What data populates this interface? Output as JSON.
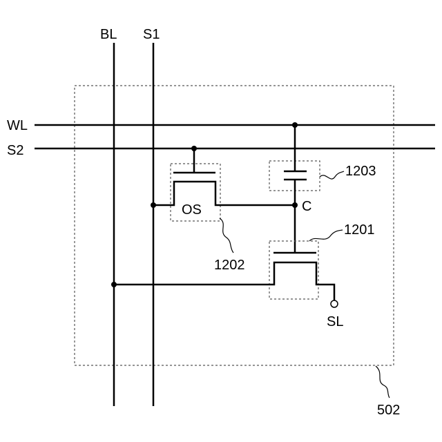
{
  "labels": {
    "bl": "BL",
    "s1": "S1",
    "wl": "WL",
    "s2": "S2",
    "os": "OS",
    "c": "C",
    "sl": "SL",
    "ref_1201": "1201",
    "ref_1202": "1202",
    "ref_1203": "1203",
    "ref_502": "502"
  }
}
